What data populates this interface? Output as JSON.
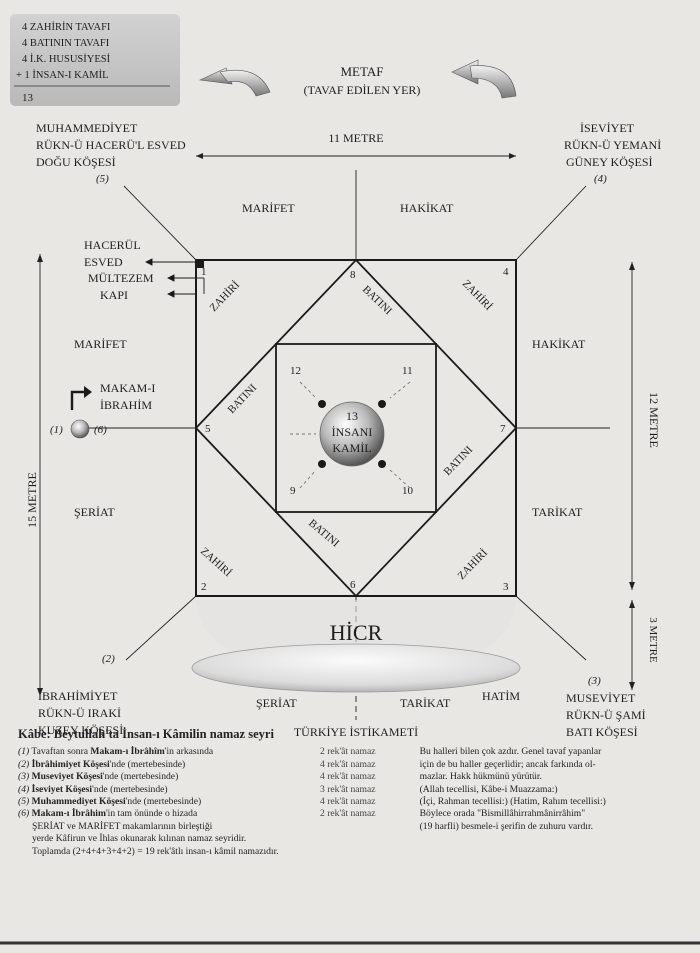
{
  "summary": {
    "lines": [
      "4 ZAHİRİN TAVAFI",
      "4 BATININ TAVAFI",
      "4 İ.K. HUSUSİYESİ",
      "+ 1 İNSAN-I KAMİL"
    ],
    "total": "13"
  },
  "metaf": {
    "line1": "METAF",
    "line2": "(TAVAF EDİLEN YER)"
  },
  "dims": {
    "top": "11 METRE",
    "right": "12 METRE",
    "left": "15 METRE",
    "right_bottom": "3 METRE"
  },
  "corners": {
    "muhammediyet": {
      "num": "(5)",
      "l1": "MUHAMMEDİYET",
      "l2": "RÜKN-Ü HACERÜ'L ESVED",
      "l3": "DOĞU KÖŞESİ"
    },
    "iseviyet": {
      "num": "(4)",
      "l1": "İSEVİYET",
      "l2": "RÜKN-Ü YEMANİ",
      "l3": "GÜNEY KÖŞESİ"
    },
    "ibrahimiyet": {
      "num": "(2)",
      "l1": "İBRAHİMİYET",
      "l2": "RÜKN-Ü IRAKİ",
      "l3": "KUZEY KÖŞESİ"
    },
    "museviyet": {
      "num": "(3)",
      "l1": "MUSEVİYET",
      "l2": "RÜKN-Ü ŞAMİ",
      "l3": "BATI KÖŞESİ"
    }
  },
  "labels": {
    "marifet_top": "MARİFET",
    "hakikat_top": "HAKİKAT",
    "marifet_left": "MARİFET",
    "hakikat_right": "HAKİKAT",
    "seriat_left": "ŞERİAT",
    "tarikat_right": "TARİKAT",
    "seriat_bottom": "ŞERİAT",
    "tarikat_bottom": "TARİKAT",
    "hatim": "HATİM",
    "hicr": "HİCR",
    "turkiye": "TÜRKİYE İSTİKAMETİ",
    "hacerul1": "HACERÜL",
    "hacerul2": "ESVED",
    "multezem": "MÜLTEZEM",
    "kapi": "KAPI",
    "makam1": "MAKAM-I",
    "makam2": "İBRAHİM",
    "left_nums": "(1)",
    "left_nums2": "(6)",
    "zahiri": "ZAHİRİ",
    "batini": "BATINI",
    "center1": "13",
    "center2": "İNSANI",
    "center3": "KAMİL",
    "n1": "1",
    "n2": "2",
    "n3": "3",
    "n4": "4",
    "n5": "5",
    "n6": "6",
    "n7": "7",
    "n8": "8",
    "n9": "9",
    "n10": "10",
    "n11": "11",
    "n12": "12"
  },
  "bottom": {
    "title": "Kâbe: Beytullah'ta İnsan-ı Kâmilin namaz seyri",
    "items": [
      {
        "n": "(1)",
        "pre": "Tavaftan sonra ",
        "b": "Makam-ı İbrâhîm",
        "post": "'in arkasında",
        "r": "2 rek'ât namaz"
      },
      {
        "n": "(2)",
        "pre": "",
        "b": "İbrâhimiyet Köşesi",
        "post": "'nde (mertebesinde)",
        "r": "4 rek'ât namaz"
      },
      {
        "n": "(3)",
        "pre": "",
        "b": "Museviyet Köşesi",
        "post": "'nde (mertebesinde)",
        "r": "4 rek'ât namaz"
      },
      {
        "n": "(4)",
        "pre": "",
        "b": "İseviyet Köşesi",
        "post": "'nde (mertebesinde)",
        "r": "3 rek'ât namaz"
      },
      {
        "n": "(5)",
        "pre": "",
        "b": "Muhammediyet Köşesi",
        "post": "'nde (mertebesinde)",
        "r": "4 rek'ât namaz"
      },
      {
        "n": "(6)",
        "pre": "",
        "b": "Makam-ı İbrâhim",
        "post": "'in tam önünde o hizada",
        "r": "2 rek'ât namaz"
      }
    ],
    "extra": [
      "ŞERİAT ve MARİFET makamlarının birleştiği",
      "yerde Kâfirun ve İhlas okunarak kılınan namaz seyridir.",
      "Toplamda (2+4+4+3+4+2) = 19 rek'âtlı insan-ı kâmil namazıdır."
    ],
    "right": [
      "Bu halleri bilen çok azdır. Genel tavaf yapanlar",
      "için de bu haller geçerlidir; ancak farkında ol-",
      "mazlar. Hakk hükmünü yürütür.",
      "(Allah tecellisi, Kâbe-i Muazzama:)",
      "(İçi, Rahman tecellisi:) (Hatim, Rahım tecellisi:)",
      "Böylece orada \"Bismillâhirrahmânirrâhim\"",
      "(19 harfli) besmele-i şerifin de zuhuru vardır."
    ]
  }
}
